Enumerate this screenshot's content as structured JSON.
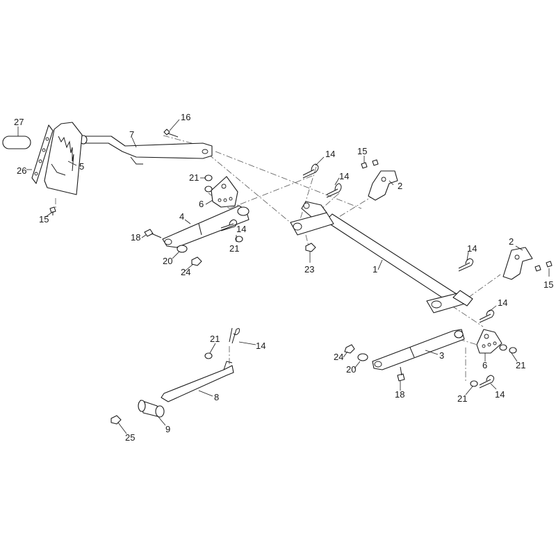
{
  "callouts": [
    {
      "id": "c27",
      "label": "27"
    },
    {
      "id": "c26",
      "label": "26"
    },
    {
      "id": "c5",
      "label": "5"
    },
    {
      "id": "c15a",
      "label": "15"
    },
    {
      "id": "c7",
      "label": "7"
    },
    {
      "id": "c16",
      "label": "16"
    },
    {
      "id": "c21a",
      "label": "21"
    },
    {
      "id": "c6a",
      "label": "6"
    },
    {
      "id": "c4",
      "label": "4"
    },
    {
      "id": "c14a",
      "label": "14"
    },
    {
      "id": "c21b",
      "label": "21"
    },
    {
      "id": "c18a",
      "label": "18"
    },
    {
      "id": "c20a",
      "label": "20"
    },
    {
      "id": "c24a",
      "label": "24"
    },
    {
      "id": "c14b",
      "label": "14"
    },
    {
      "id": "c14c",
      "label": "14"
    },
    {
      "id": "c15b",
      "label": "15"
    },
    {
      "id": "c2a",
      "label": "2"
    },
    {
      "id": "c23",
      "label": "23"
    },
    {
      "id": "c1",
      "label": "1"
    },
    {
      "id": "c14d",
      "label": "14"
    },
    {
      "id": "c2b",
      "label": "2"
    },
    {
      "id": "c15c",
      "label": "15"
    },
    {
      "id": "c14e",
      "label": "14"
    },
    {
      "id": "c24b",
      "label": "24"
    },
    {
      "id": "c20b",
      "label": "20"
    },
    {
      "id": "c3",
      "label": "3"
    },
    {
      "id": "c18b",
      "label": "18"
    },
    {
      "id": "c6b",
      "label": "6"
    },
    {
      "id": "c21c",
      "label": "21"
    },
    {
      "id": "c21d",
      "label": "21"
    },
    {
      "id": "c14f",
      "label": "14"
    },
    {
      "id": "c21e",
      "label": "21"
    },
    {
      "id": "c14g",
      "label": "14"
    },
    {
      "id": "c8",
      "label": "8"
    },
    {
      "id": "c9",
      "label": "9"
    },
    {
      "id": "c25",
      "label": "25"
    }
  ]
}
